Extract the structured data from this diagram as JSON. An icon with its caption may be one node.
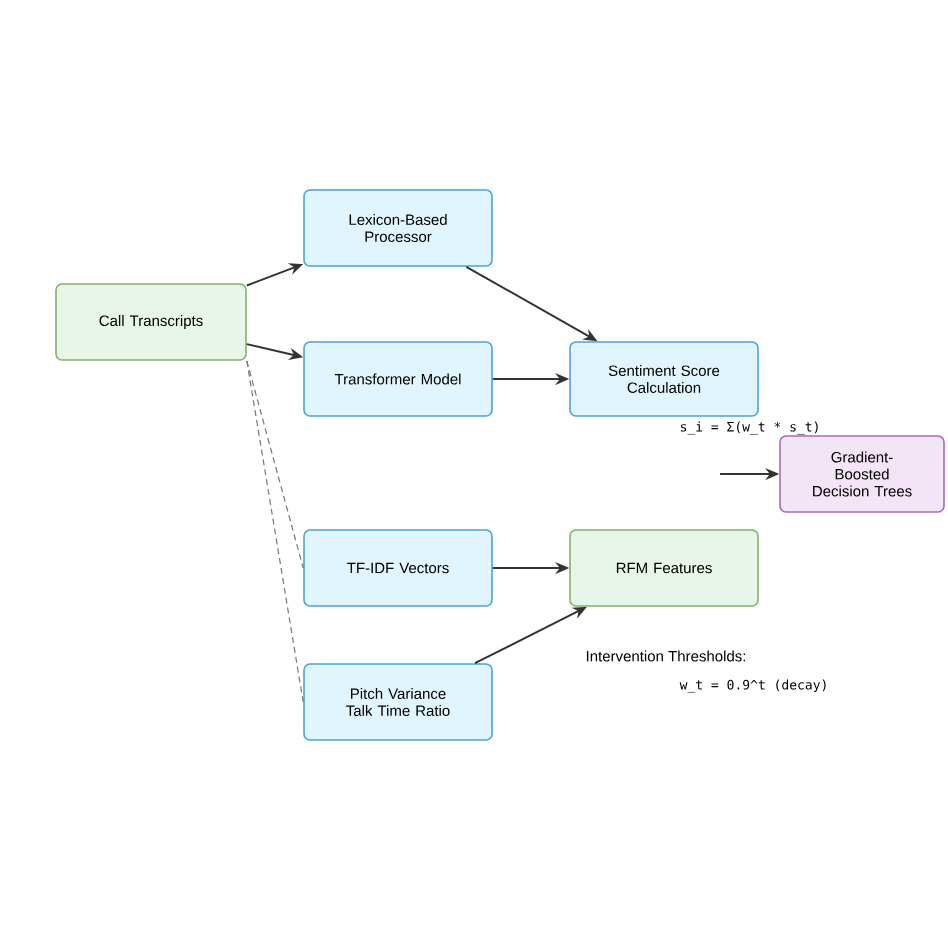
{
  "diagram": {
    "nodes": [
      {
        "text": [
          "Call Transcripts"
        ]
      },
      {
        "text": [
          "Lexicon-Based Processor"
        ]
      },
      {
        "text": [
          "Transformer Model"
        ]
      },
      {
        "text": [
          "Sentiment Score Calculation"
        ]
      },
      {
        "text": [
          "Gradient-Boosted Decision Trees"
        ]
      },
      {
        "text": [
          "TF-IDF Vectors"
        ]
      },
      {
        "text": [
          "RFM Features"
        ]
      },
      {
        "text": [
          "Pitch Variance Talk Time Ratio"
        ]
      }
    ],
    "edges": [
      {
        "from": 0,
        "to": 1,
        "arrow": "to"
      },
      {
        "from": 0,
        "to": 2,
        "arrow": "to"
      },
      {
        "from": 1,
        "to": 3,
        "arrow": "to"
      },
      {
        "from": 2,
        "to": 3,
        "arrow": "to"
      },
      {
        "from": 0,
        "to": 5,
        "arrow": "none",
        "style": "dashed",
        "color": "#777777"
      },
      {
        "from": 0,
        "to": 7,
        "arrow": "none",
        "style": "dashed",
        "color": "#777777"
      },
      {
        "from": 5,
        "to": 6,
        "arrow": "to"
      },
      {
        "from": 7,
        "to": 6,
        "arrow": "to"
      },
      {
        "from": null,
        "to": 4,
        "arrow": "to"
      }
    ],
    "labels": [
      "s_i = Σ(w_t * s_t)",
      "Intervention Thresholds:",
      "w_t = 0.9^t (decay)"
    ]
  }
}
